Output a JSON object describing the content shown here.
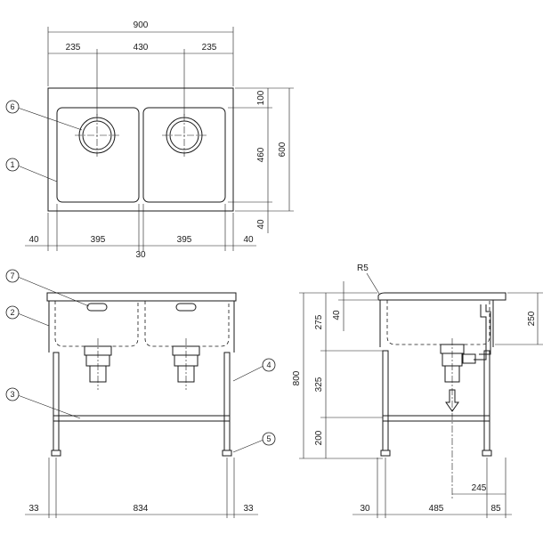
{
  "top_view": {
    "dims": {
      "overall_width": "900",
      "top_left": "235",
      "top_center": "430",
      "top_right": "235",
      "right_top": "100",
      "right_mid": "460",
      "right_overall": "600",
      "right_bottom": "40",
      "bottom_left_margin": "40",
      "bottom_basin_left": "395",
      "bottom_basin_right": "395",
      "bottom_right_margin": "40",
      "bottom_center_gap": "30"
    },
    "callouts": {
      "drain_fitting": "6",
      "sink_body": "1"
    }
  },
  "front_view": {
    "dims": {
      "leg_left": "33",
      "leg_span": "834",
      "leg_right": "33"
    },
    "callouts": {
      "overflow": "7",
      "bowl": "2",
      "shelf": "3",
      "leg": "4",
      "adjuster": "5"
    }
  },
  "side_view": {
    "dims": {
      "radius": "R5",
      "top_to_rim": "275",
      "rim_thickness": "40",
      "middle": "325",
      "lower": "200",
      "overall_height": "800",
      "basin_depth": "250",
      "drain_offset": "245",
      "base_left": "30",
      "base_mid": "485",
      "base_right": "85"
    }
  }
}
